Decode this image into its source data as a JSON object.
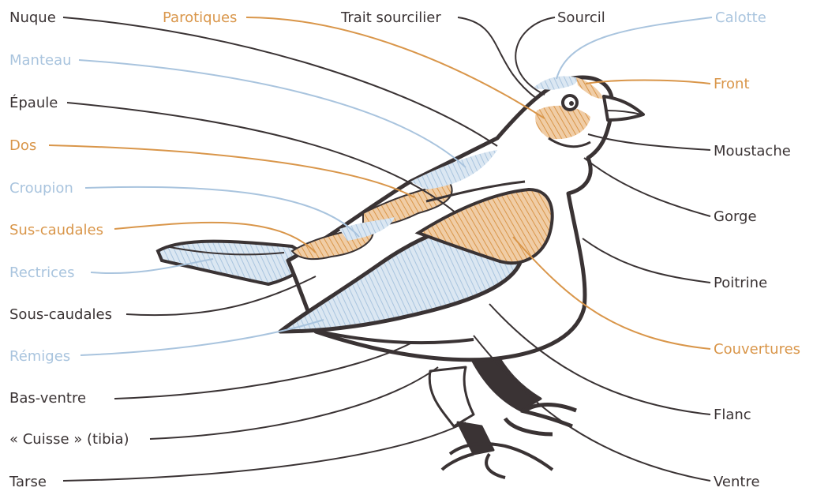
{
  "colors": {
    "dark": "#3a3334",
    "orange": "#d9964a",
    "blue": "#a9c4de",
    "wing_fill": "#c9daea",
    "orange_fill": "#e8b37a"
  },
  "labels_left": [
    {
      "id": "nuque",
      "text": "Nuque",
      "color": "dark"
    },
    {
      "id": "manteau",
      "text": "Manteau",
      "color": "blue"
    },
    {
      "id": "epaule",
      "text": "Épaule",
      "color": "dark"
    },
    {
      "id": "dos",
      "text": "Dos",
      "color": "orange"
    },
    {
      "id": "croupion",
      "text": "Croupion",
      "color": "blue"
    },
    {
      "id": "sus-caudales",
      "text": "Sus-caudales",
      "color": "orange"
    },
    {
      "id": "rectrices",
      "text": "Rectrices",
      "color": "blue"
    },
    {
      "id": "sous-caudales",
      "text": "Sous-caudales",
      "color": "dark"
    },
    {
      "id": "remiges",
      "text": "Rémiges",
      "color": "blue"
    },
    {
      "id": "bas-ventre",
      "text": "Bas-ventre",
      "color": "dark"
    },
    {
      "id": "cuisse",
      "text": "« Cuisse » (tibia)",
      "color": "dark"
    },
    {
      "id": "tarse",
      "text": "Tarse",
      "color": "dark"
    }
  ],
  "labels_top": [
    {
      "id": "parotiques",
      "text": "Parotiques",
      "color": "orange"
    },
    {
      "id": "trait-sourcilier",
      "text": "Trait sourcilier",
      "color": "dark"
    },
    {
      "id": "sourcil",
      "text": "Sourcil",
      "color": "dark"
    },
    {
      "id": "calotte",
      "text": "Calotte",
      "color": "blue"
    }
  ],
  "labels_right": [
    {
      "id": "front",
      "text": "Front",
      "color": "orange"
    },
    {
      "id": "moustache",
      "text": "Moustache",
      "color": "dark"
    },
    {
      "id": "gorge",
      "text": "Gorge",
      "color": "dark"
    },
    {
      "id": "poitrine",
      "text": "Poitrine",
      "color": "dark"
    },
    {
      "id": "couvertures",
      "text": "Couvertures",
      "color": "orange"
    },
    {
      "id": "flanc",
      "text": "Flanc",
      "color": "dark"
    },
    {
      "id": "ventre",
      "text": "Ventre",
      "color": "dark"
    }
  ]
}
